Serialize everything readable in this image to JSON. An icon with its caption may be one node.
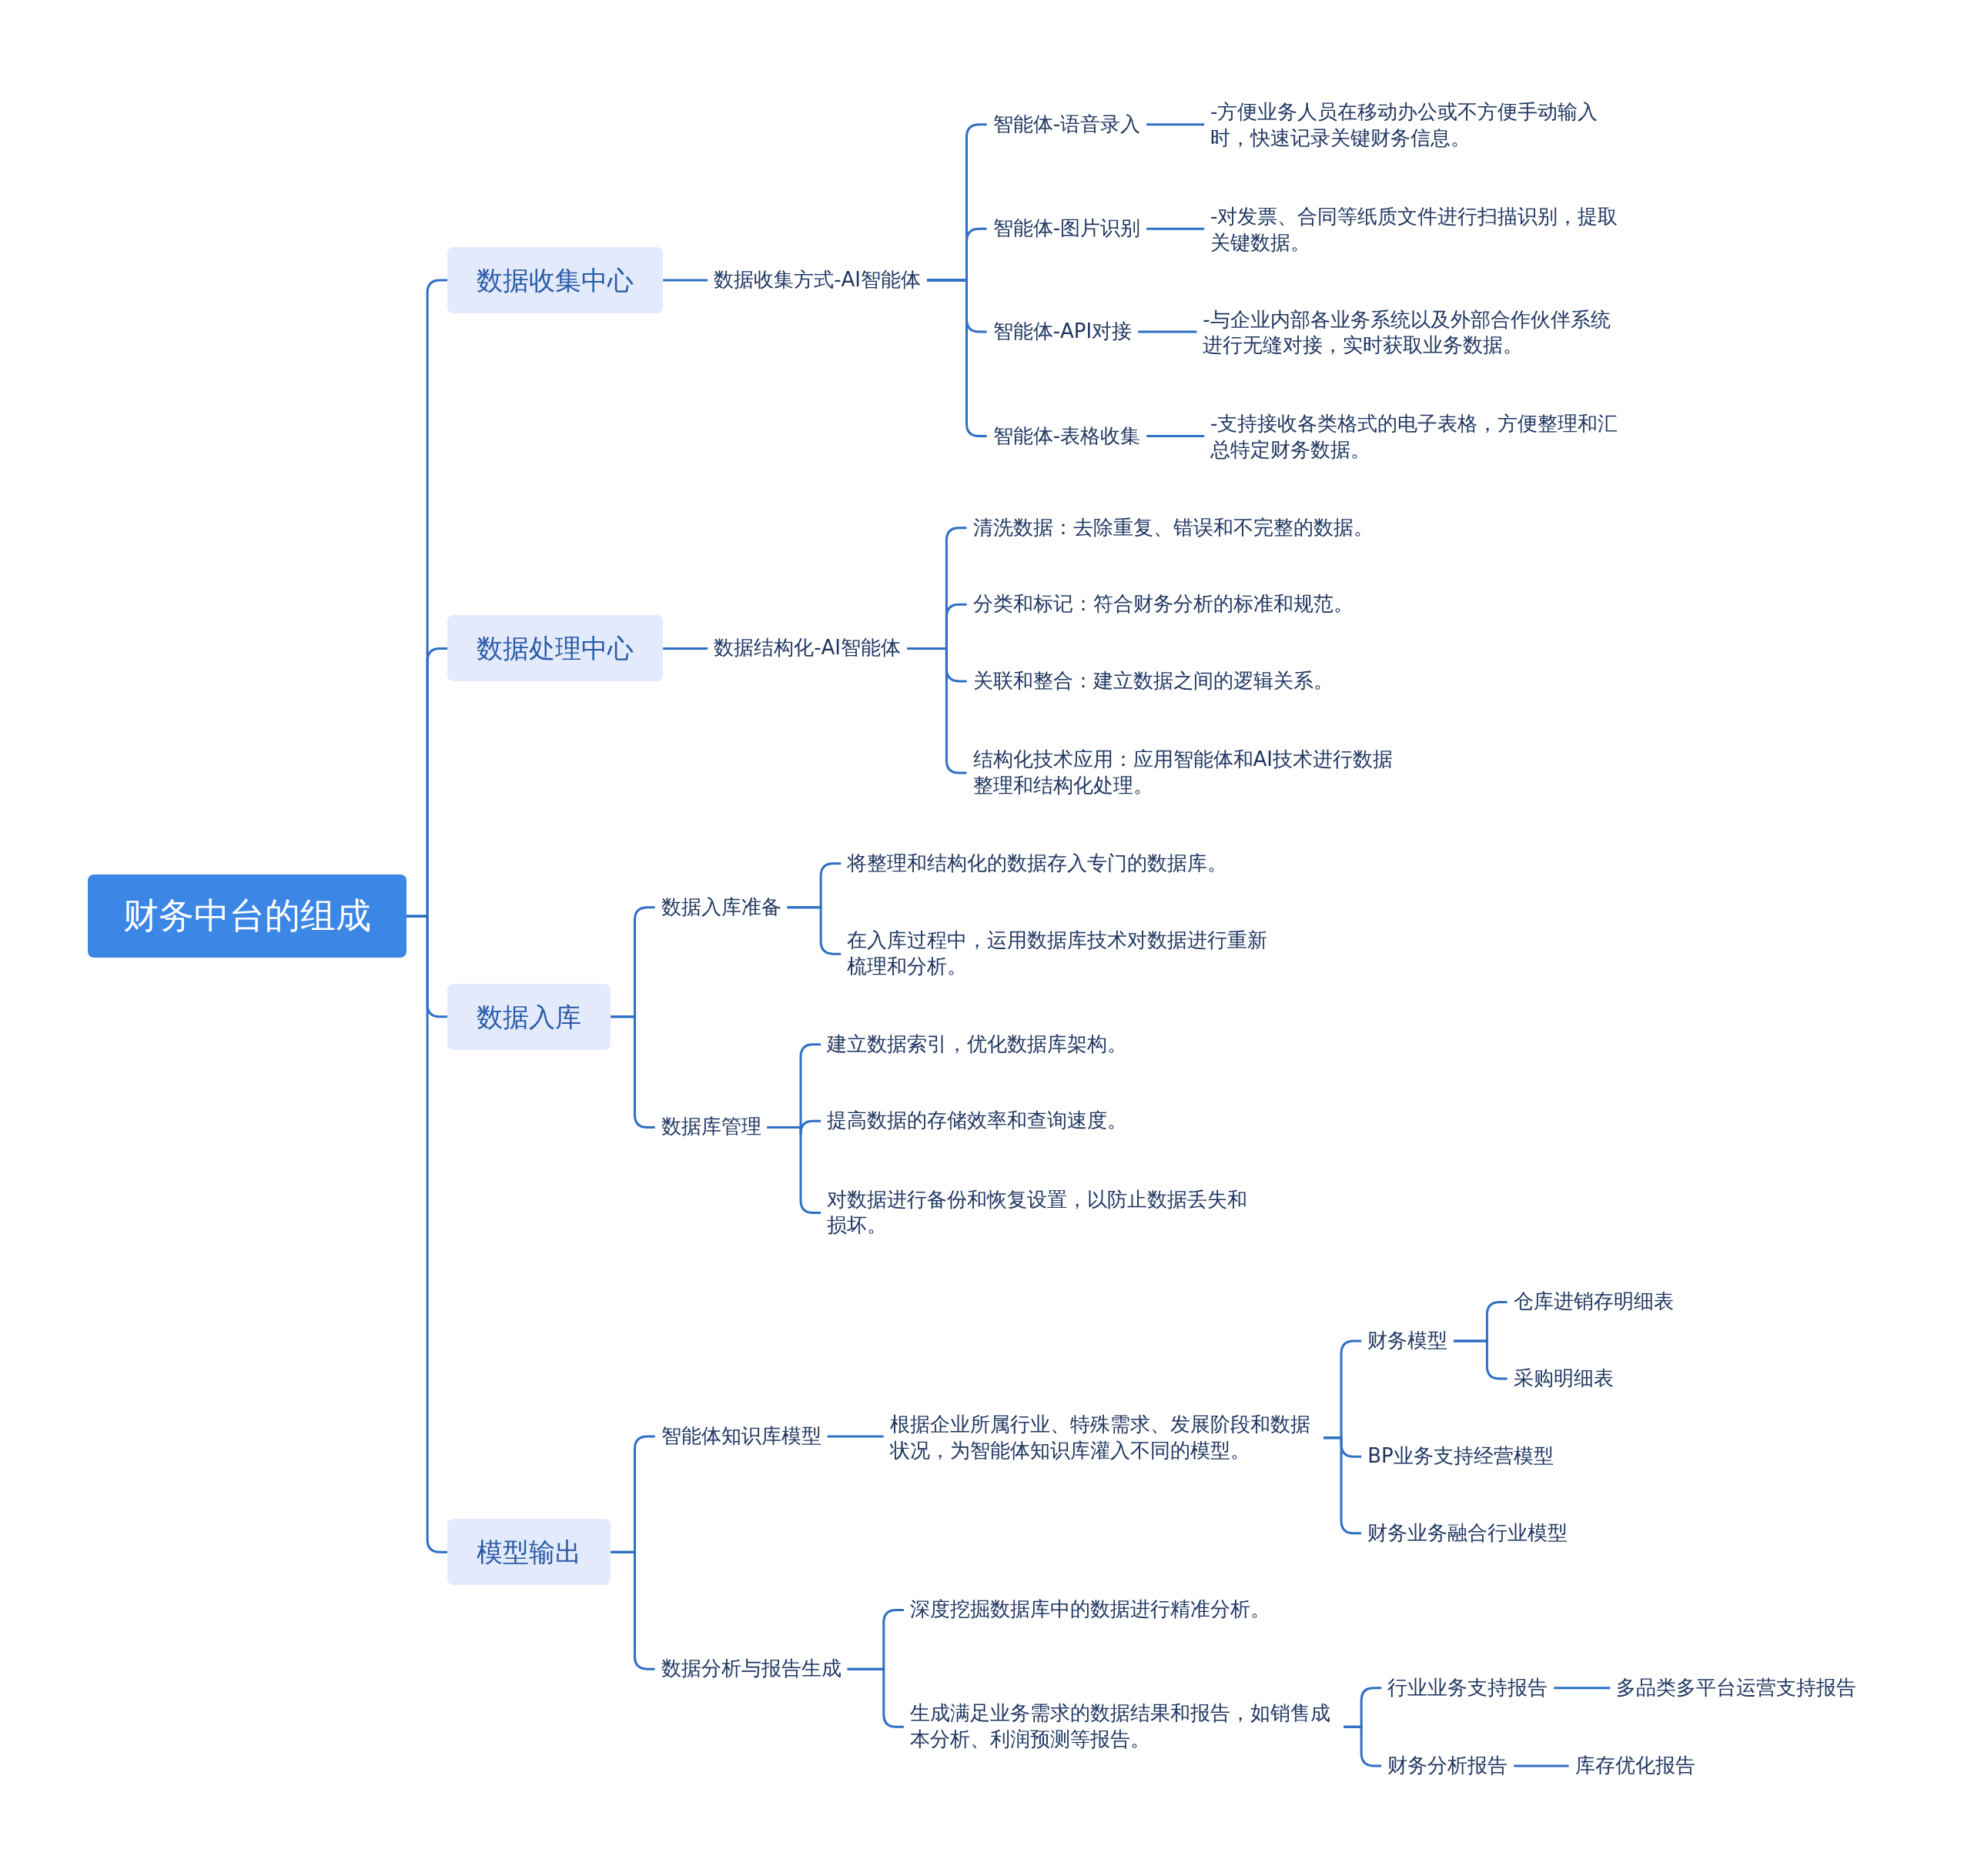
{
  "diagram": {
    "nodes": [
      {
        "text": [
          "财务中台的组成"
        ]
      },
      {
        "text": [
          "数据收集中心"
        ]
      },
      {
        "text": [
          "数据收集方式-AI智能体"
        ]
      },
      {
        "text": [
          "智能体-语音录入"
        ]
      },
      {
        "text": [
          "-方便业务人员在移动办公或不方便手动输入时，快速记录关键财务信息。"
        ]
      },
      {
        "text": [
          "智能体-图片识别"
        ]
      },
      {
        "text": [
          "-对发票、合同等纸质文件进行扫描识别，提取关键数据。"
        ]
      },
      {
        "text": [
          "智能体-API对接"
        ]
      },
      {
        "text": [
          "-与企业内部各业务系统以及外部合作伙伴系统进行无缝对接，实时获取业务数据。"
        ]
      },
      {
        "text": [
          "智能体-表格收集"
        ]
      },
      {
        "text": [
          "-支持接收各类格式的电子表格，方便整理和汇总特定财务数据。"
        ]
      },
      {
        "text": [
          "数据处理中心"
        ]
      },
      {
        "text": [
          "数据结构化-AI智能体"
        ]
      },
      {
        "text": [
          "清洗数据：去除重复、错误和不完整的数据。"
        ]
      },
      {
        "text": [
          "分类和标记：符合财务分析的标准和规范。"
        ]
      },
      {
        "text": [
          "关联和整合：建立数据之间的逻辑关系。"
        ]
      },
      {
        "text": [
          "结构化技术应用：应用智能体和AI技术进行数据整理和结构化处理。"
        ]
      },
      {
        "text": [
          "数据入库"
        ]
      },
      {
        "text": [
          "数据入库准备"
        ]
      },
      {
        "text": [
          "将整理和结构化的数据存入专门的数据库。"
        ]
      },
      {
        "text": [
          "在入库过程中，运用数据库技术对数据进行重新梳理和分析。"
        ]
      },
      {
        "text": [
          "数据库管理"
        ]
      },
      {
        "text": [
          "建立数据索引，优化数据库架构。"
        ]
      },
      {
        "text": [
          "提高数据的存储效率和查询速度。"
        ]
      },
      {
        "text": [
          "对数据进行备份和恢复设置，以防止数据丢失和损坏。"
        ]
      },
      {
        "text": [
          "模型输出"
        ]
      },
      {
        "text": [
          "智能体知识库模型"
        ]
      },
      {
        "text": [
          "根据企业所属行业、特殊需求、发展阶段和数据状况，为智能体知识库灌入不同的模型。"
        ]
      },
      {
        "text": [
          "财务模型"
        ]
      },
      {
        "text": [
          "仓库进销存明细表"
        ]
      },
      {
        "text": [
          "采购明细表"
        ]
      },
      {
        "text": [
          "BP业务支持经营模型"
        ]
      },
      {
        "text": [
          "财务业务融合行业模型"
        ]
      },
      {
        "text": [
          "数据分析与报告生成"
        ]
      },
      {
        "text": [
          "深度挖掘数据库中的数据进行精准分析。"
        ]
      },
      {
        "text": [
          "生成满足业务需求的数据结果和报告，如销售成本分析、利润预测等报告。"
        ]
      },
      {
        "text": [
          "行业业务支持报告"
        ]
      },
      {
        "text": [
          "多品类多平台运营支持报告"
        ]
      },
      {
        "text": [
          "财务分析报告"
        ]
      },
      {
        "text": [
          "库存优化报告"
        ]
      }
    ],
    "edges": [
      {
        "from": 0,
        "to": 1,
        "arrow": "none"
      },
      {
        "from": 0,
        "to": 11,
        "arrow": "none"
      },
      {
        "from": 0,
        "to": 17,
        "arrow": "none"
      },
      {
        "from": 0,
        "to": 25,
        "arrow": "none"
      },
      {
        "from": 1,
        "to": 2,
        "arrow": "none"
      },
      {
        "from": 2,
        "to": 3,
        "arrow": "none"
      },
      {
        "from": 2,
        "to": 5,
        "arrow": "none"
      },
      {
        "from": 2,
        "to": 7,
        "arrow": "none"
      },
      {
        "from": 2,
        "to": 9,
        "arrow": "none"
      },
      {
        "from": 3,
        "to": 4,
        "arrow": "none"
      },
      {
        "from": 5,
        "to": 6,
        "arrow": "none"
      },
      {
        "from": 7,
        "to": 8,
        "arrow": "none"
      },
      {
        "from": 9,
        "to": 10,
        "arrow": "none"
      },
      {
        "from": 11,
        "to": 12,
        "arrow": "none"
      },
      {
        "from": 12,
        "to": 13,
        "arrow": "none"
      },
      {
        "from": 12,
        "to": 14,
        "arrow": "none"
      },
      {
        "from": 12,
        "to": 15,
        "arrow": "none"
      },
      {
        "from": 12,
        "to": 16,
        "arrow": "none"
      },
      {
        "from": 17,
        "to": 18,
        "arrow": "none"
      },
      {
        "from": 17,
        "to": 21,
        "arrow": "none"
      },
      {
        "from": 18,
        "to": 19,
        "arrow": "none"
      },
      {
        "from": 18,
        "to": 20,
        "arrow": "none"
      },
      {
        "from": 21,
        "to": 22,
        "arrow": "none"
      },
      {
        "from": 21,
        "to": 23,
        "arrow": "none"
      },
      {
        "from": 21,
        "to": 24,
        "arrow": "none"
      },
      {
        "from": 25,
        "to": 26,
        "arrow": "none"
      },
      {
        "from": 25,
        "to": 33,
        "arrow": "none"
      },
      {
        "from": 26,
        "to": 27,
        "arrow": "none"
      },
      {
        "from": 27,
        "to": 28,
        "arrow": "none"
      },
      {
        "from": 27,
        "to": 31,
        "arrow": "none"
      },
      {
        "from": 27,
        "to": 32,
        "arrow": "none"
      },
      {
        "from": 28,
        "to": 29,
        "arrow": "none"
      },
      {
        "from": 28,
        "to": 30,
        "arrow": "none"
      },
      {
        "from": 33,
        "to": 34,
        "arrow": "none"
      },
      {
        "from": 33,
        "to": 35,
        "arrow": "none"
      },
      {
        "from": 35,
        "to": 36,
        "arrow": "none"
      },
      {
        "from": 35,
        "to": 38,
        "arrow": "none"
      },
      {
        "from": 36,
        "to": 37,
        "arrow": "none"
      },
      {
        "from": 38,
        "to": 39,
        "arrow": "none"
      }
    ]
  }
}
